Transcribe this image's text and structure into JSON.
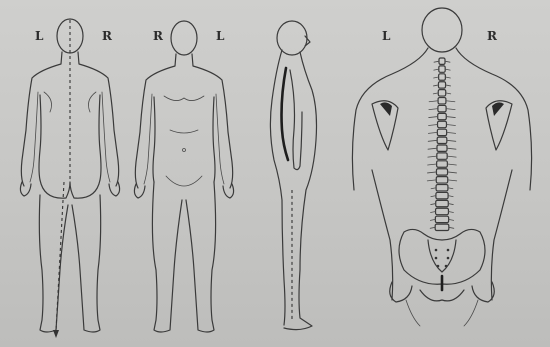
{
  "figure": {
    "posterior_view": {
      "left_label": "L",
      "right_label": "R"
    },
    "anterior_view": {
      "left_label": "R",
      "right_label": "L"
    },
    "spine_view": {
      "left_label": "L",
      "right_label": "R"
    }
  },
  "colors": {
    "background": "#c9c9c7",
    "ink": "#3a3a3a",
    "pain_line": "#1e1e1e"
  }
}
